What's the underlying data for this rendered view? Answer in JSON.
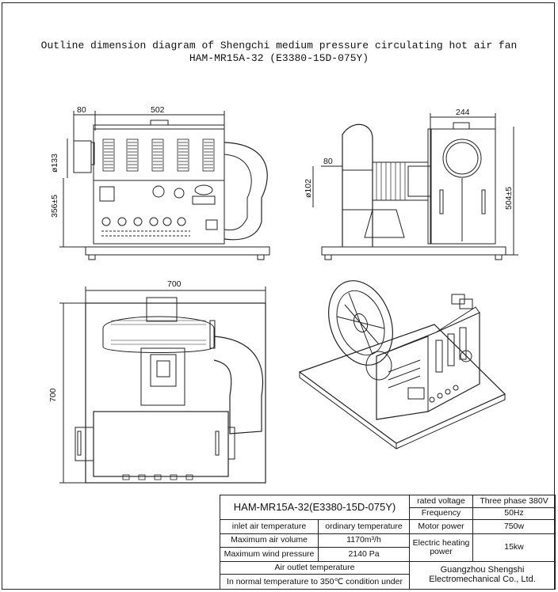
{
  "title": {
    "line1": "Outline dimension diagram of Shengchi medium pressure circulating hot air fan",
    "line2": "HAM-MR15A-32 (E3380-15D-075Y)"
  },
  "dimensions": {
    "front_inlet_width": "80",
    "front_width": "502",
    "front_inlet_dia": "ø133",
    "front_height": "356±5",
    "side_top_width": "244",
    "side_inlet_width": "80",
    "side_inlet_dia": "ø102",
    "side_height": "504±5",
    "top_width": "700",
    "top_depth": "700"
  },
  "title_block": {
    "model": "HAM-MR15A-32(E3380-15D-075Y)",
    "rated_voltage_label": "rated voltage",
    "rated_voltage_value": "Three phase 380V",
    "frequency_label": "Frequency",
    "frequency_value": "50Hz",
    "inlet_air_temp_label": "inlet air temperature",
    "inlet_air_temp_value": "ordinary temperature",
    "motor_power_label": "Motor power",
    "motor_power_value": "750w",
    "max_air_volume_label": "Maximum air volume",
    "max_air_volume_value": "1170m³/h",
    "electric_heating_label": "Electric heating power",
    "electric_heating_value": "15kw",
    "max_wind_pressure_label": "Maximum wind pressure",
    "max_wind_pressure_value": "2140 Pa",
    "air_outlet_temp_label": "Air outlet temperature",
    "air_outlet_temp_value": "In normal temperature to 350℃ condition under",
    "company": "Guangzhou Shengshi Electromechanical Co., Ltd."
  }
}
